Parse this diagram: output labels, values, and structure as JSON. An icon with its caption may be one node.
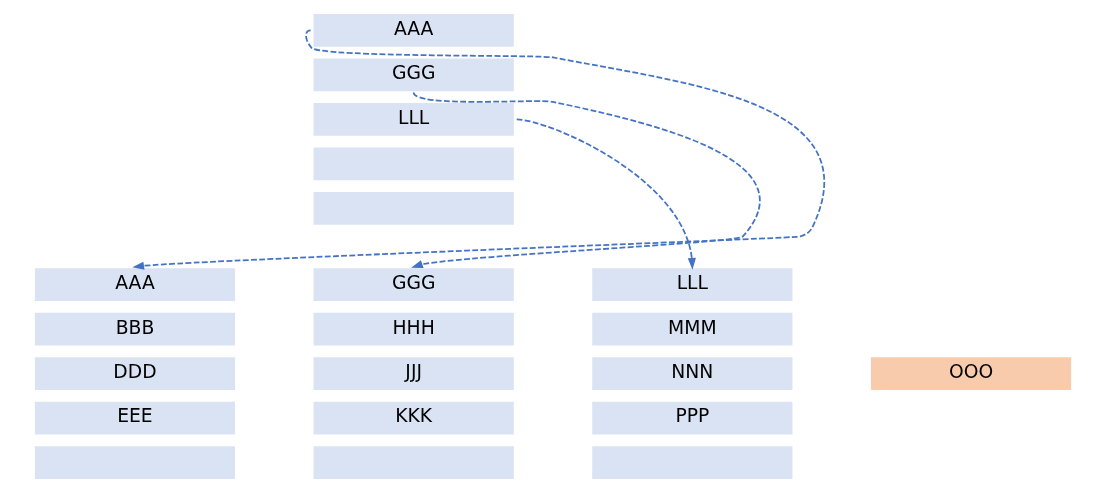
{
  "diagram": {
    "nodes": [
      {
        "text": [
          "AAA"
        ]
      },
      {
        "text": [
          "GGG"
        ]
      },
      {
        "text": [
          "LLL"
        ]
      },
      {
        "text": [],
        "shape": "box"
      },
      {
        "text": [],
        "shape": "box"
      },
      {
        "text": [
          "AAA"
        ]
      },
      {
        "text": [
          "BBB"
        ]
      },
      {
        "text": [
          "DDD"
        ]
      },
      {
        "text": [
          "EEE"
        ]
      },
      {
        "text": [],
        "shape": "box"
      },
      {
        "text": [
          "GGG"
        ]
      },
      {
        "text": [
          "HHH"
        ]
      },
      {
        "text": [
          "JJJ"
        ]
      },
      {
        "text": [
          "KKK"
        ]
      },
      {
        "text": [],
        "shape": "box"
      },
      {
        "text": [
          "LLL"
        ]
      },
      {
        "text": [
          "MMM"
        ]
      },
      {
        "text": [
          "NNN"
        ]
      },
      {
        "text": [
          "PPP"
        ]
      },
      {
        "text": [],
        "shape": "box"
      },
      {
        "text": [
          "OOO"
        ]
      }
    ],
    "edges": [
      {
        "from": 0,
        "to": 5,
        "arrow": "to",
        "style": "dashed"
      },
      {
        "from": 1,
        "to": 10,
        "arrow": "to",
        "style": "dashed"
      },
      {
        "from": 2,
        "to": 15,
        "arrow": "to",
        "style": "dashed"
      }
    ]
  }
}
